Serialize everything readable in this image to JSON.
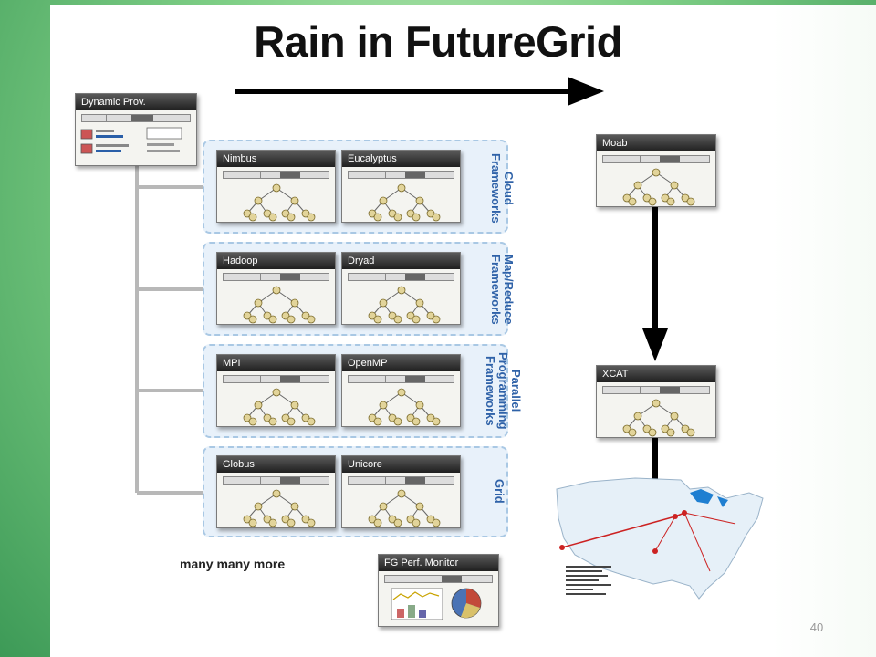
{
  "slide": {
    "title": "Rain in FutureGrid",
    "page_number": "40",
    "footer_note": "many many more"
  },
  "dynamic_prov": {
    "title": "Dynamic Prov."
  },
  "groups": [
    {
      "label": "Cloud\nFrameworks",
      "windows": [
        "Nimbus",
        "Eucalyptus"
      ]
    },
    {
      "label": "Map/Reduce\nFrameworks",
      "windows": [
        "Hadoop",
        "Dryad"
      ]
    },
    {
      "label": "Parallel\nProgramming\nFrameworks",
      "windows": [
        "MPI",
        "OpenMP"
      ]
    },
    {
      "label": "Grid",
      "windows": [
        "Globus",
        "Unicore"
      ]
    }
  ],
  "right_column": {
    "moab": "Moab",
    "xcat": "XCAT"
  },
  "monitor": {
    "title": "FG Perf. Monitor"
  },
  "colors": {
    "accent_blue": "#2f62a8",
    "group_bg": "#e8f1fa",
    "window_bar": "#2a2a2a"
  }
}
